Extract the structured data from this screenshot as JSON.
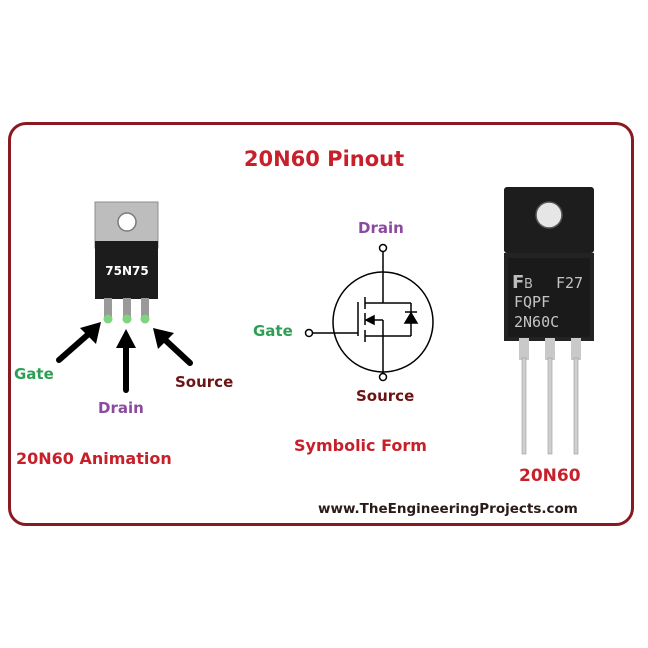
{
  "title": "20N60 Pinout",
  "left": {
    "chip_marking": "75N75",
    "gate": "Gate",
    "drain": "Drain",
    "source": "Source",
    "caption": "20N60 Animation"
  },
  "symbol": {
    "drain": "Drain",
    "gate": "Gate",
    "source": "Source",
    "caption": "Symbolic Form"
  },
  "photo": {
    "marking_line1": "F27",
    "marking_line2": "FQPF",
    "marking_line3": "2N60C",
    "caption": "20N60"
  },
  "website": "www.TheEngineeringProjects.com",
  "colors": {
    "frame": "#8a1a22",
    "title": "#c8202a",
    "gate": "#2f9e55",
    "drain": "#8a4aa0",
    "source": "#6b1414"
  }
}
